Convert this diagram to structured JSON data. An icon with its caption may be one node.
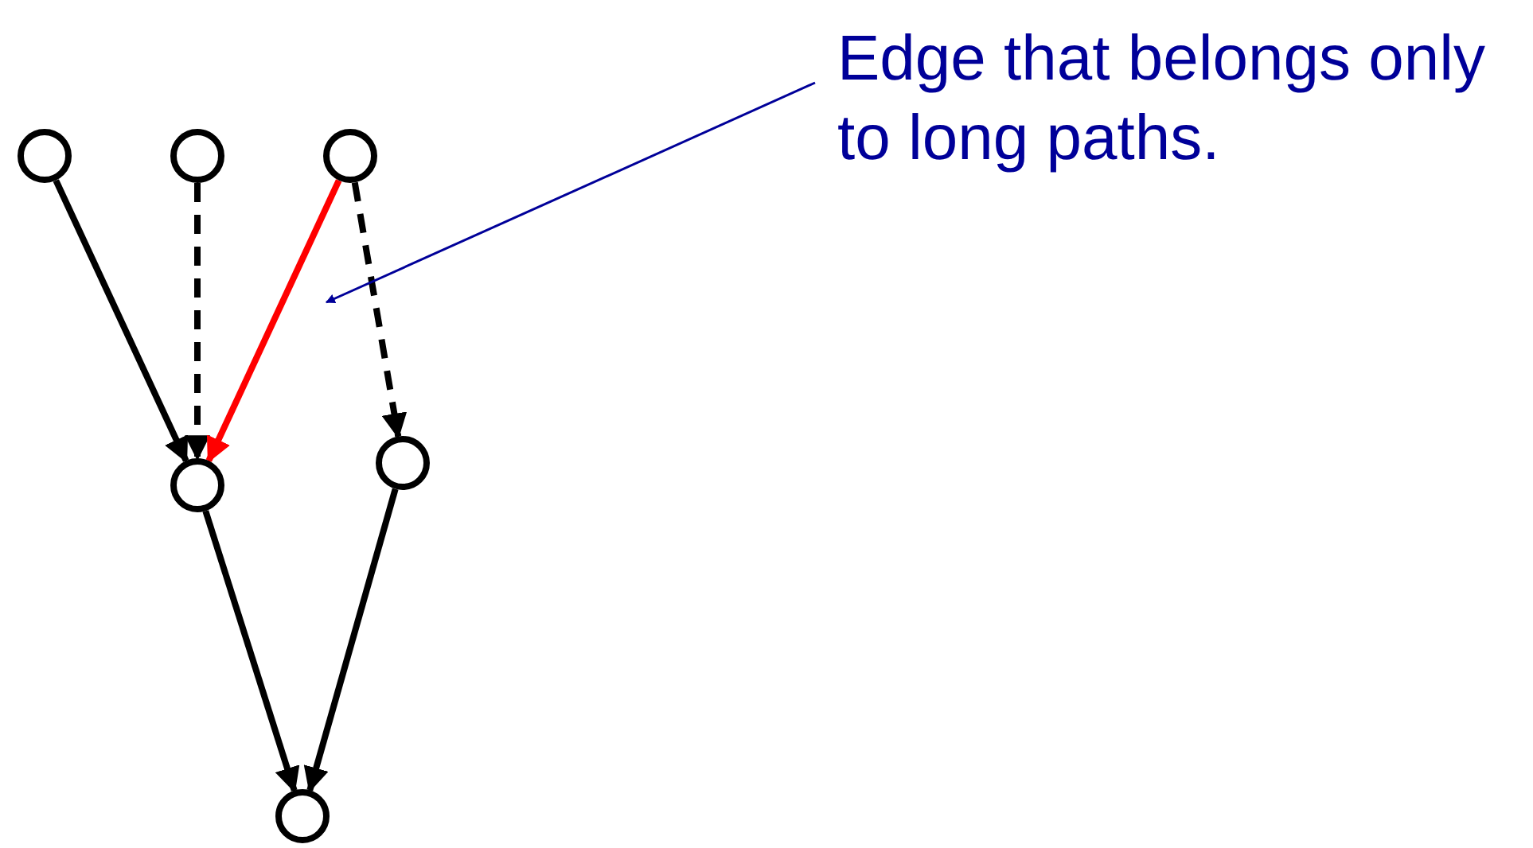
{
  "diagram": {
    "nodes": [
      {
        "text": [],
        "shape": "circle"
      },
      {
        "text": [],
        "shape": "circle"
      },
      {
        "text": [],
        "shape": "circle"
      },
      {
        "text": [],
        "shape": "circle"
      },
      {
        "text": [],
        "shape": "circle"
      },
      {
        "text": [],
        "shape": "circle"
      },
      {
        "text": [
          "Edge that belongs only to long paths."
        ]
      }
    ],
    "edges": [
      {
        "from": 0,
        "to": 3,
        "arrow": "to"
      },
      {
        "from": 1,
        "to": 3,
        "arrow": "to",
        "style": "dashed"
      },
      {
        "from": 2,
        "to": 3,
        "arrow": "to",
        "color": "#ff0000"
      },
      {
        "from": 2,
        "to": 4,
        "arrow": "to",
        "style": "dashed"
      },
      {
        "from": 3,
        "to": 5,
        "arrow": "to"
      },
      {
        "from": 4,
        "to": 5,
        "arrow": "to"
      },
      {
        "from": 6,
        "to": null,
        "arrow": "to",
        "color": "#000099"
      }
    ]
  }
}
